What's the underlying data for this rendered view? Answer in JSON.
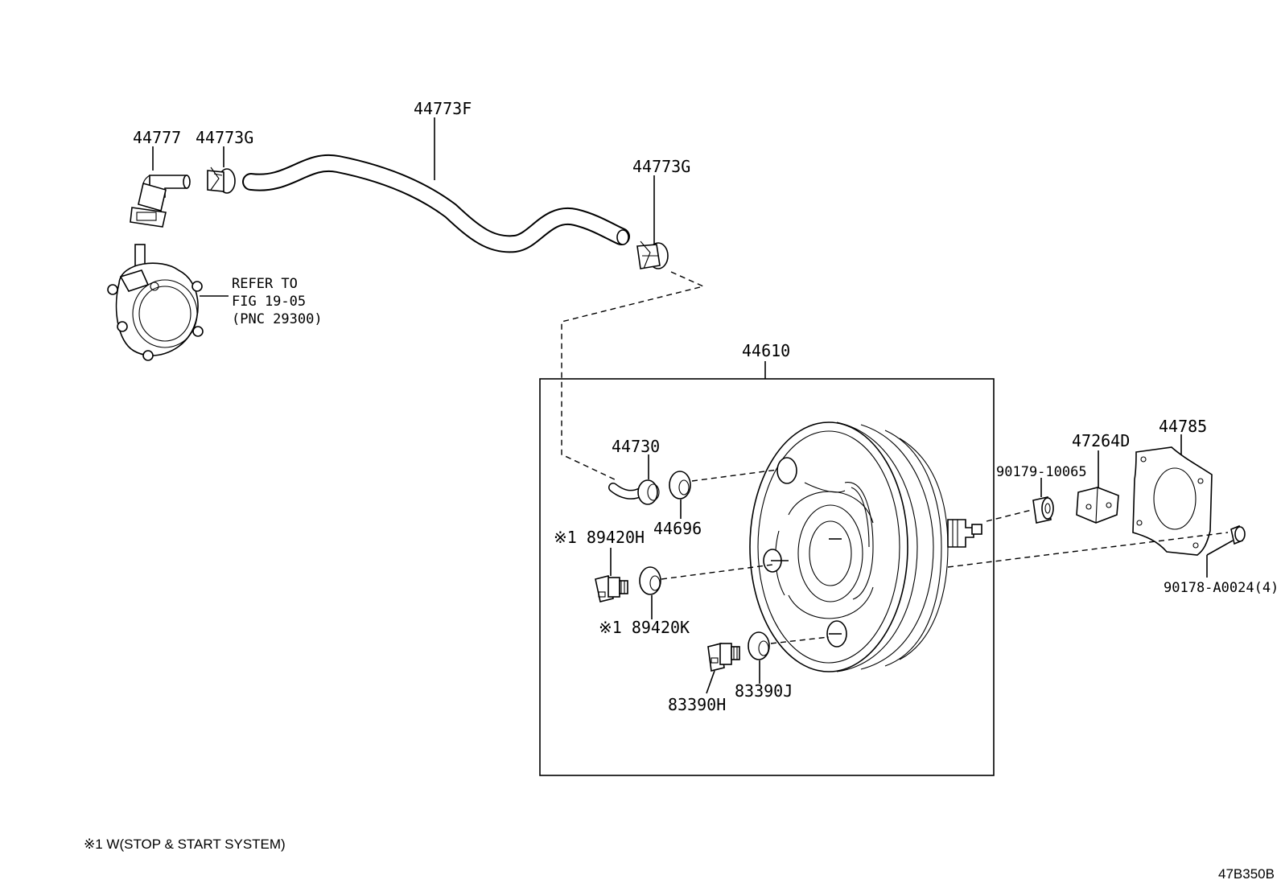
{
  "labels": {
    "p44777": "44777",
    "p44773G_left": "44773G",
    "p44773F": "44773F",
    "p44773G_right": "44773G",
    "refer_line1": "REFER TO",
    "refer_line2": "FIG 19-05",
    "refer_line3": "(PNC 29300)",
    "p44610": "44610",
    "p44730": "44730",
    "p44696": "44696",
    "p89420H": "※1 89420H",
    "p89420K": "※1 89420K",
    "p83390H": "83390H",
    "p83390J": "83390J",
    "p90179": "90179-10065",
    "p47264D": "47264D",
    "p44785": "44785",
    "p90178": "90178-A0024(4)"
  },
  "footnote": "※1 W(STOP & START SYSTEM)",
  "figure_code": "47B350B"
}
